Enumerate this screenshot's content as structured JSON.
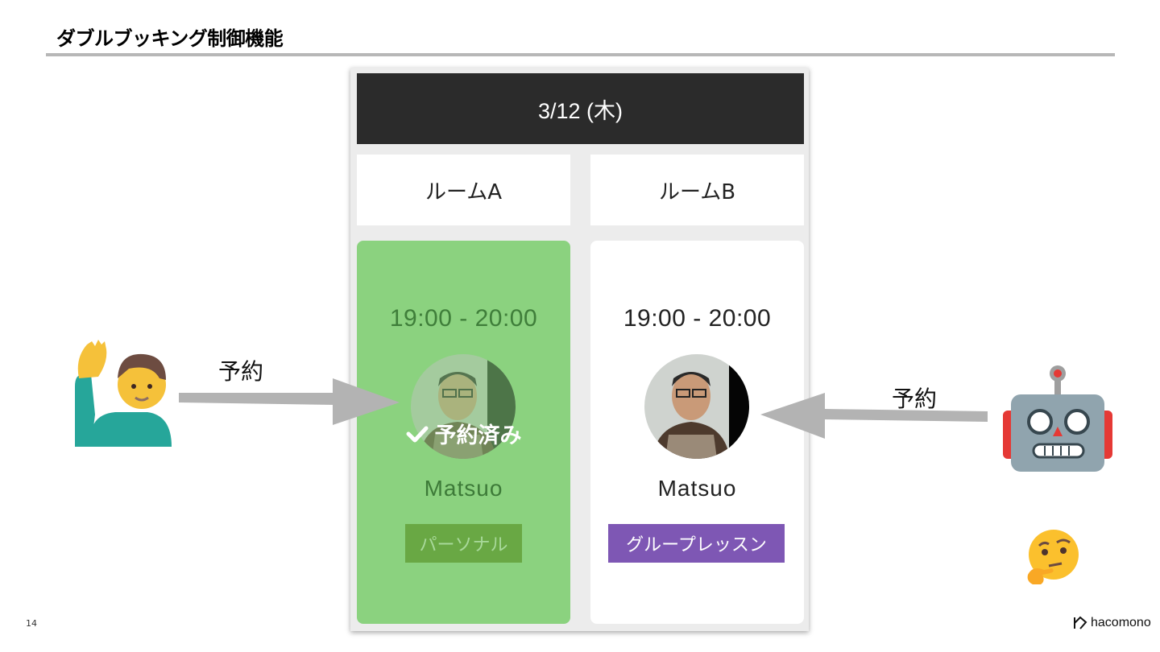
{
  "slide": {
    "title": "ダブルブッキング制御機能",
    "page_number": "14",
    "logo_text": "hacomono"
  },
  "app": {
    "date_header": "3/12 (木)",
    "rooms": [
      {
        "room_label": "ルームA",
        "time": "19:00 - 20:00",
        "instructor": "Matsuo",
        "booked_label": "予約済み",
        "tag": "パーソナル",
        "status": "booked"
      },
      {
        "room_label": "ルームB",
        "time": "19:00 - 20:00",
        "instructor": "Matsuo",
        "tag": "グループレッスン",
        "status": "available"
      }
    ]
  },
  "annotations": {
    "user_action": "予約",
    "robot_action": "予約"
  },
  "colors": {
    "booked_card": "#8bd27f",
    "personal_tag": "#69a844",
    "group_tag": "#7e57b4",
    "header_bg": "#2b2b2b",
    "arrow": "#b3b3b3"
  },
  "icons": [
    "raising-hand-man-emoji",
    "robot-emoji",
    "thinking-face-emoji",
    "check-icon",
    "hacomono-logo-icon"
  ]
}
